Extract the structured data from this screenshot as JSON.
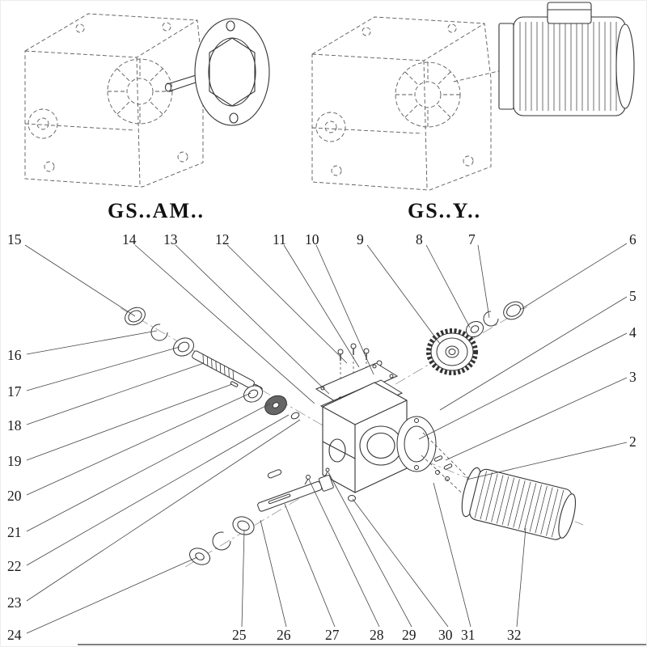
{
  "colors": {
    "line": "#333333",
    "dashed_line": "#5a5a5a",
    "background": "#ffffff"
  },
  "titles": {
    "gsam": "GS..AM..",
    "gsy": "GS..Y.."
  },
  "callouts": [
    {
      "label": "15"
    },
    {
      "label": "14"
    },
    {
      "label": "13"
    },
    {
      "label": "12"
    },
    {
      "label": "11"
    },
    {
      "label": "10"
    },
    {
      "label": "9"
    },
    {
      "label": "8"
    },
    {
      "label": "7"
    },
    {
      "label": "6"
    },
    {
      "label": "5"
    },
    {
      "label": "4"
    },
    {
      "label": "3"
    },
    {
      "label": "2"
    },
    {
      "label": "16"
    },
    {
      "label": "17"
    },
    {
      "label": "18"
    },
    {
      "label": "19"
    },
    {
      "label": "20"
    },
    {
      "label": "21"
    },
    {
      "label": "22"
    },
    {
      "label": "23"
    },
    {
      "label": "24"
    },
    {
      "label": "25"
    },
    {
      "label": "26"
    },
    {
      "label": "27"
    },
    {
      "label": "28"
    },
    {
      "label": "29"
    },
    {
      "label": "30"
    },
    {
      "label": "31"
    },
    {
      "label": "32"
    }
  ]
}
